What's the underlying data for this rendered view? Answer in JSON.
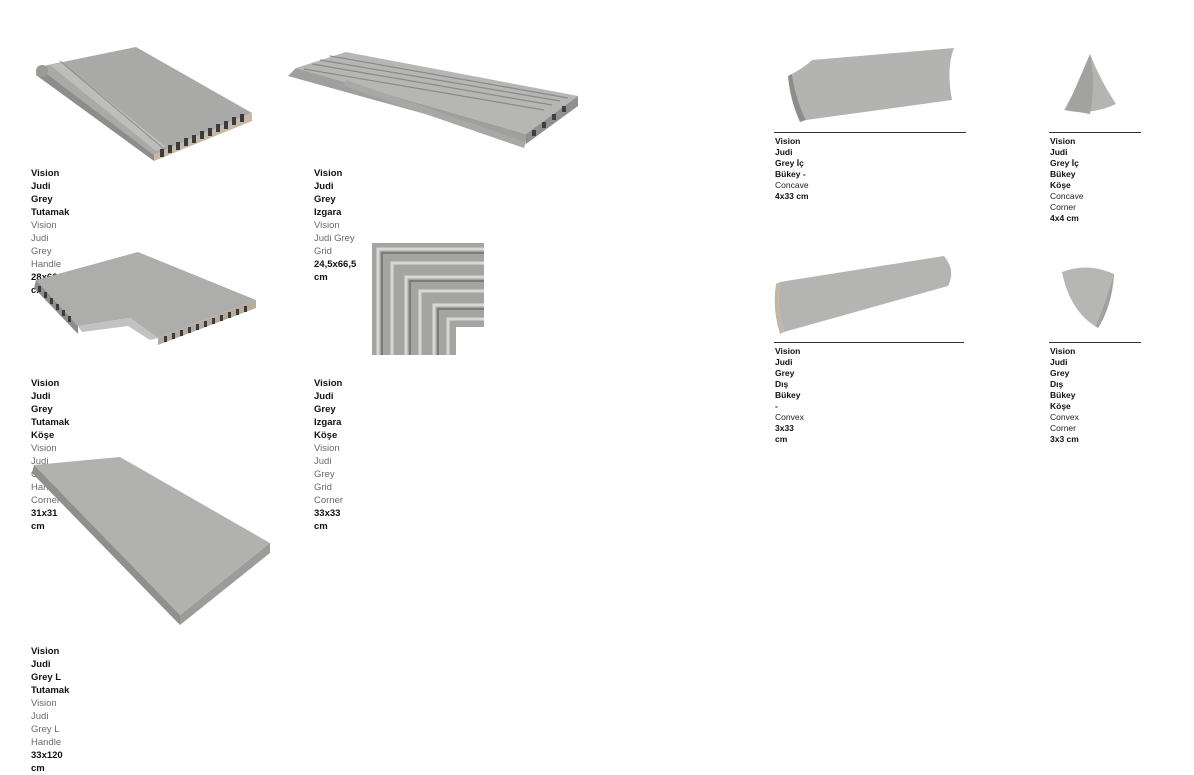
{
  "left": [
    {
      "title": "Vision Judi Grey Tutamak",
      "subtitle": "Vision Judi Grey Handle",
      "size": "28x66,5 cm"
    },
    {
      "title": "Vision Judi Grey Izgara",
      "subtitle": "Vision Judi Grey Grid",
      "size": "24,5x66,5 cm"
    },
    {
      "title": "Vision Judi Grey Tutamak Köşe",
      "subtitle": "Vision Judi Grey Handle Corner",
      "size": "31x31 cm"
    },
    {
      "title": "Vision Judi Grey Izgara Köşe",
      "subtitle": "Vision Judi Grey Grid Corner",
      "size": "33x33 cm"
    },
    {
      "title": "Vision Judi Grey L Tutamak",
      "subtitle": "Vision Judi Grey L Handle",
      "size": "33x120 cm"
    }
  ],
  "right": [
    {
      "title": "Vision Judi Grey İç Bükey - ",
      "title_suffix": "Concave",
      "size": "4x33 cm"
    },
    {
      "title_line1": "Vision Judi Grey İç",
      "title_line2": "Bükey Köşe",
      "subtitle": "Concave Corner",
      "size": "4x4 cm"
    },
    {
      "title": "Vision Judi Grey Dış Bükey - ",
      "title_suffix": "Convex",
      "size": "3x33 cm"
    },
    {
      "title_line1": "Vision Judi Grey Dış",
      "title_line2": "Bükey Köşe",
      "subtitle": "Convex Corner",
      "size": "3x3 cm"
    }
  ]
}
